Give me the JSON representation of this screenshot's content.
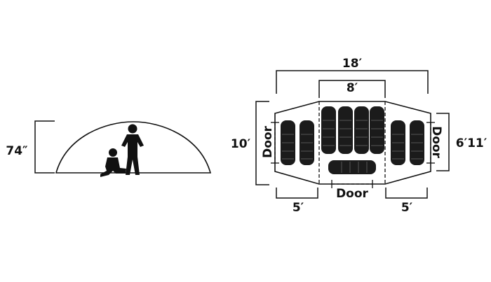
{
  "side_view": {
    "height_label": "74″"
  },
  "floor_plan": {
    "total_length_label": "18′",
    "center_length_label": "8′",
    "width_label": "10′",
    "vestibule_left_label": "5′",
    "vestibule_right_label": "5′",
    "end_height_label": "6′11′",
    "door_left_label": "Door",
    "door_right_label": "Door",
    "door_bottom_label": "Door"
  },
  "colors": {
    "line": "#111111",
    "sleeping_bag": "#1b1b1b",
    "background": "#ffffff"
  }
}
